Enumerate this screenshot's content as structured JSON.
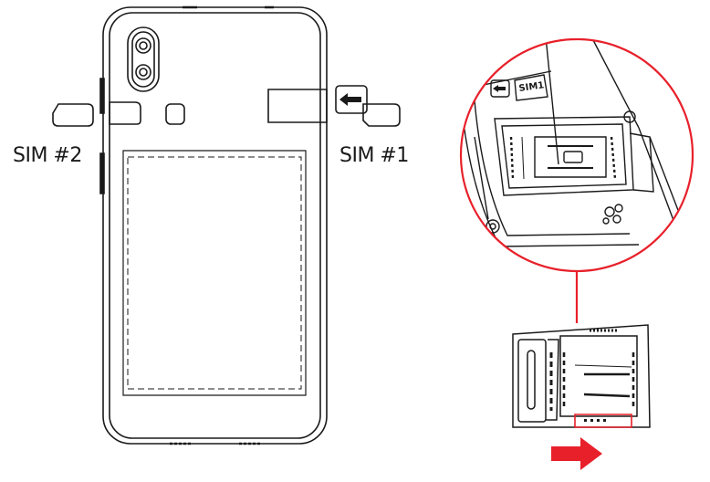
{
  "labels": {
    "sim2": "SIM #2",
    "sim1": "SIM #1",
    "zoom_sim_slot": "SIM1"
  },
  "colors": {
    "line": "#1a1a1a",
    "accent": "#e8202a",
    "background": "#ffffff"
  },
  "icons": {
    "insert_arrow": "arrow-left-icon",
    "slide_arrow": "arrow-right-icon"
  }
}
